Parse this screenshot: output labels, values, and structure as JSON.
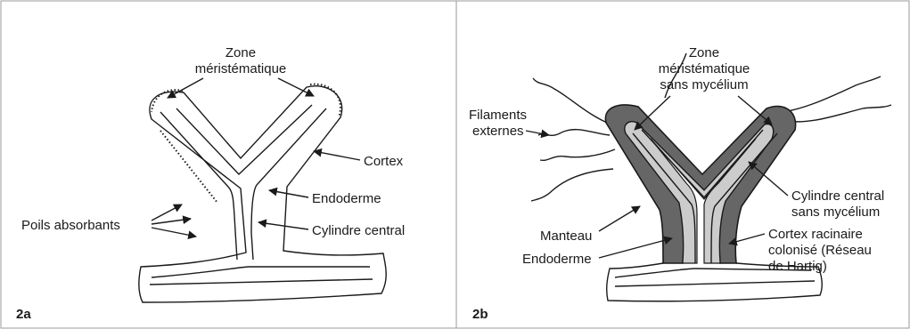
{
  "panel_a": {
    "id": "2a",
    "zone_line1": "Zone",
    "zone_line2": "méristématique",
    "cortex": "Cortex",
    "poils": "Poils absorbants",
    "endoderme": "Endoderme",
    "cylindre": "Cylindre central"
  },
  "panel_b": {
    "id": "2b",
    "zone_line1": "Zone",
    "zone_line2": "méristématique",
    "zone_line3": "sans mycélium",
    "filaments_line1": "Filaments",
    "filaments_line2": "externes",
    "cyl_line1": "Cylindre central",
    "cyl_line2": "sans mycélium",
    "manteau": "Manteau",
    "cortex_line1": "Cortex racinaire",
    "cortex_line2": "colonisé (Réseau",
    "cortex_line3": "de Hartig)",
    "endoderme": "Endoderme"
  },
  "colors": {
    "ink": "#1a1a1a",
    "mantle": "#666666",
    "hartig": "#cccccc",
    "frame": "#999999"
  }
}
